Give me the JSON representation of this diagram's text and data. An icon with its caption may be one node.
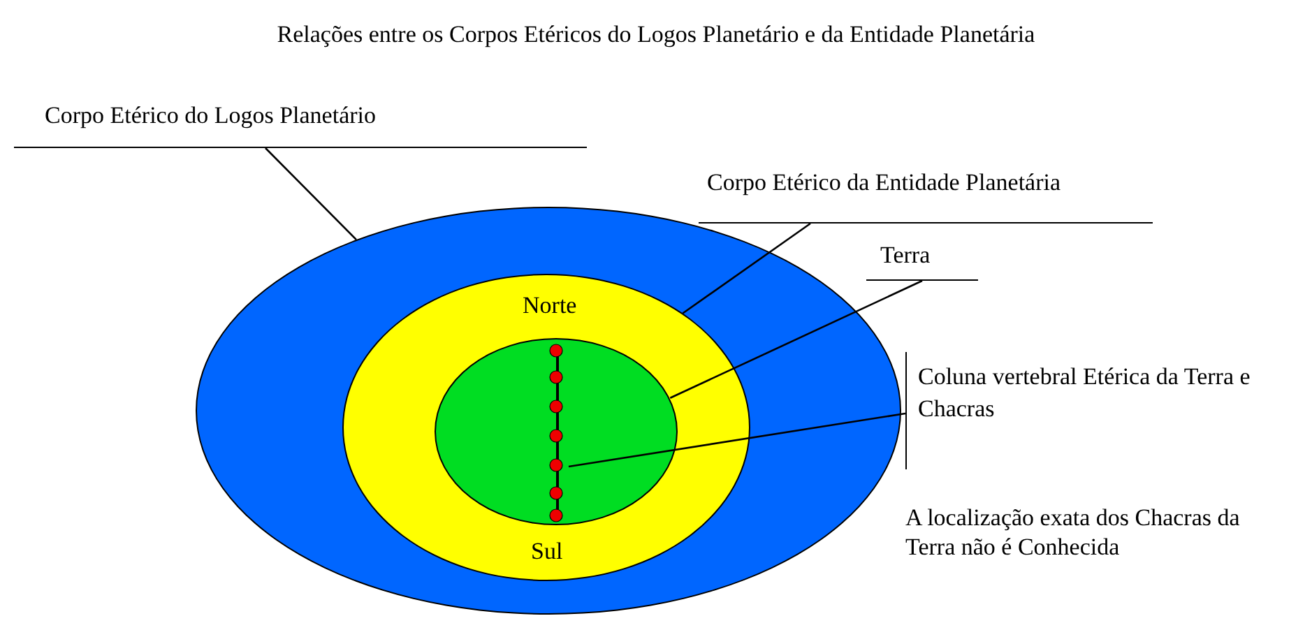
{
  "diagram": {
    "title": "Relações entre os Corpos Etéricos do Logos Planetário e da Entidade Planetária",
    "nodes": [
      {
        "text": [
          "Corpo Etérico do Logos Planetário"
        ]
      },
      {
        "text": [
          "Corpo Etérico da Entidade Planetária"
        ]
      },
      {
        "text": [
          "Terra"
        ]
      },
      {
        "text": [
          "Coluna vertebral Etérica da Terra e Chacras"
        ]
      },
      {
        "text": [],
        "shape": "ellipse"
      },
      {
        "text": [],
        "shape": "ellipse",
        "in": 4
      },
      {
        "text": [],
        "shape": "ellipse",
        "in": 5
      },
      {
        "text": [],
        "shape": "line",
        "in": 6
      }
    ],
    "edges": [
      {
        "from": 0,
        "to": 4,
        "arrow": "none"
      },
      {
        "from": 1,
        "to": 5,
        "arrow": "none"
      },
      {
        "from": 2,
        "to": 6,
        "arrow": "none"
      },
      {
        "from": 3,
        "to": 7,
        "arrow": "none"
      }
    ],
    "labels": [
      "Norte",
      "Sul",
      "A localização exata dos Chacras da Terra não é Conhecida"
    ]
  }
}
